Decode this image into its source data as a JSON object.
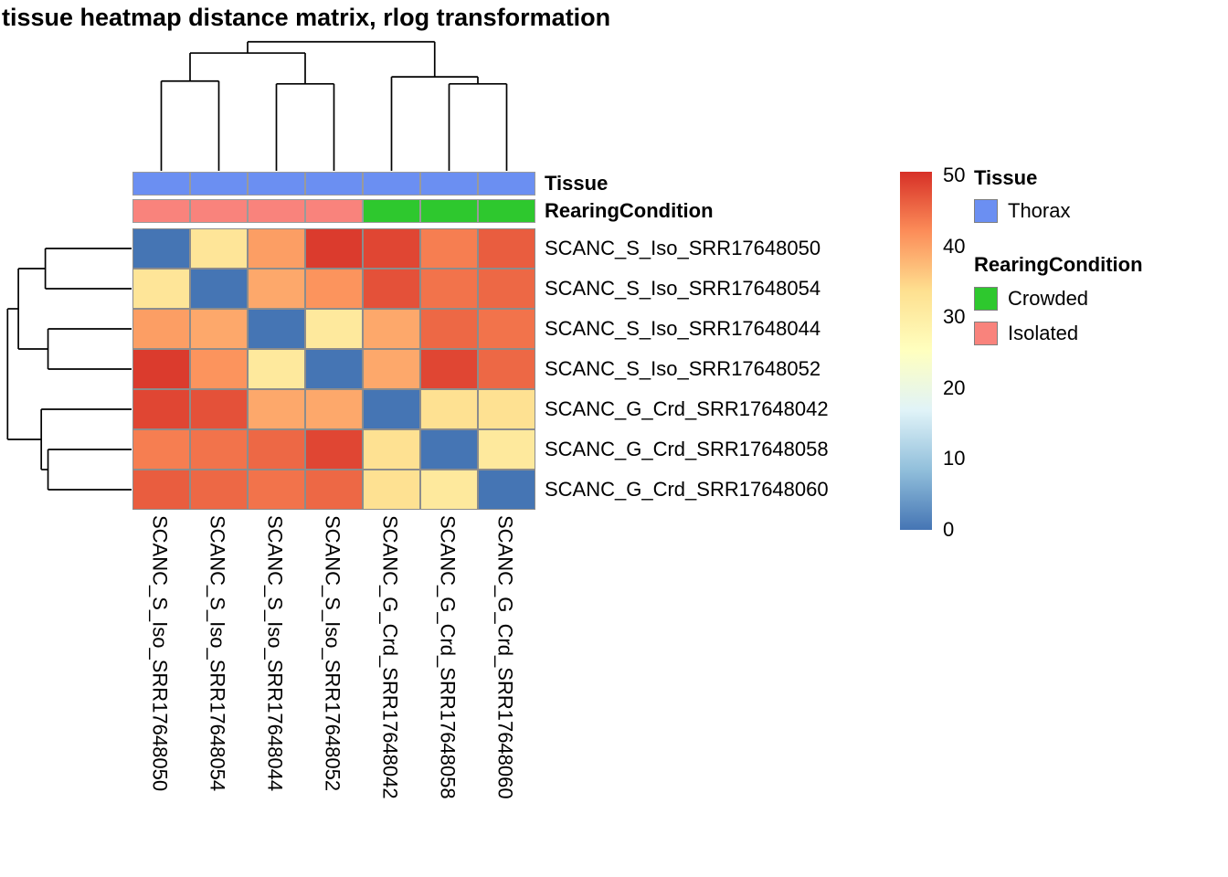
{
  "title": "tissue heatmap distance matrix, rlog transformation",
  "samples": [
    "SCANC_S_Iso_SRR17648050",
    "SCANC_S_Iso_SRR17648054",
    "SCANC_S_Iso_SRR17648044",
    "SCANC_S_Iso_SRR17648052",
    "SCANC_G_Crd_SRR17648042",
    "SCANC_G_Crd_SRR17648058",
    "SCANC_G_Crd_SRR17648060"
  ],
  "chart_data": {
    "type": "heatmap",
    "title": "tissue heatmap distance matrix, rlog transformation",
    "labels": [
      "SCANC_S_Iso_SRR17648050",
      "SCANC_S_Iso_SRR17648054",
      "SCANC_S_Iso_SRR17648044",
      "SCANC_S_Iso_SRR17648052",
      "SCANC_G_Crd_SRR17648042",
      "SCANC_G_Crd_SRR17648058",
      "SCANC_G_Crd_SRR17648060"
    ],
    "symmetric": true,
    "values": [
      [
        0,
        32,
        40,
        49,
        48,
        43,
        46
      ],
      [
        32,
        0,
        39,
        41,
        47,
        44,
        45
      ],
      [
        40,
        39,
        0,
        31,
        39,
        45,
        44
      ],
      [
        49,
        41,
        31,
        0,
        39,
        48,
        45
      ],
      [
        48,
        47,
        39,
        39,
        0,
        33,
        33
      ],
      [
        43,
        44,
        45,
        48,
        33,
        0,
        31
      ],
      [
        46,
        45,
        44,
        45,
        33,
        31,
        0
      ]
    ],
    "color_scale": {
      "min": 0,
      "max": 50,
      "display_max": 50.5,
      "ticks": [
        50,
        40,
        30,
        20,
        10,
        0
      ],
      "palette": [
        "#4575B4",
        "#91BFDB",
        "#E0F3F8",
        "#FFFFBF",
        "#FEE090",
        "#FC8D59",
        "#D73027"
      ]
    },
    "column_annotations": [
      {
        "name": "Tissue",
        "values": [
          "Thorax",
          "Thorax",
          "Thorax",
          "Thorax",
          "Thorax",
          "Thorax",
          "Thorax"
        ],
        "colors": {
          "Thorax": "#6B8FF2"
        }
      },
      {
        "name": "RearingCondition",
        "values": [
          "Isolated",
          "Isolated",
          "Isolated",
          "Isolated",
          "Crowded",
          "Crowded",
          "Crowded"
        ],
        "colors": {
          "Crowded": "#2EC82E",
          "Isolated": "#F9837C"
        }
      }
    ],
    "clustering": {
      "tree": {
        "height": 46,
        "children": [
          {
            "height": 42,
            "children": [
              {
                "height": 32,
                "children": [
                  {
                    "leaf": 0
                  },
                  {
                    "leaf": 1
                  }
                ]
              },
              {
                "height": 31,
                "children": [
                  {
                    "leaf": 2
                  },
                  {
                    "leaf": 3
                  }
                ]
              }
            ]
          },
          {
            "height": 33.5,
            "children": [
              {
                "leaf": 4
              },
              {
                "height": 31,
                "children": [
                  {
                    "leaf": 5
                  },
                  {
                    "leaf": 6
                  }
                ]
              }
            ]
          }
        ]
      }
    },
    "legend": {
      "groups": [
        {
          "title": "Tissue",
          "items": [
            {
              "label": "Thorax",
              "color": "#6B8FF2"
            }
          ]
        },
        {
          "title": "RearingCondition",
          "items": [
            {
              "label": "Crowded",
              "color": "#2EC82E"
            },
            {
              "label": "Isolated",
              "color": "#F9837C"
            }
          ]
        }
      ]
    }
  }
}
